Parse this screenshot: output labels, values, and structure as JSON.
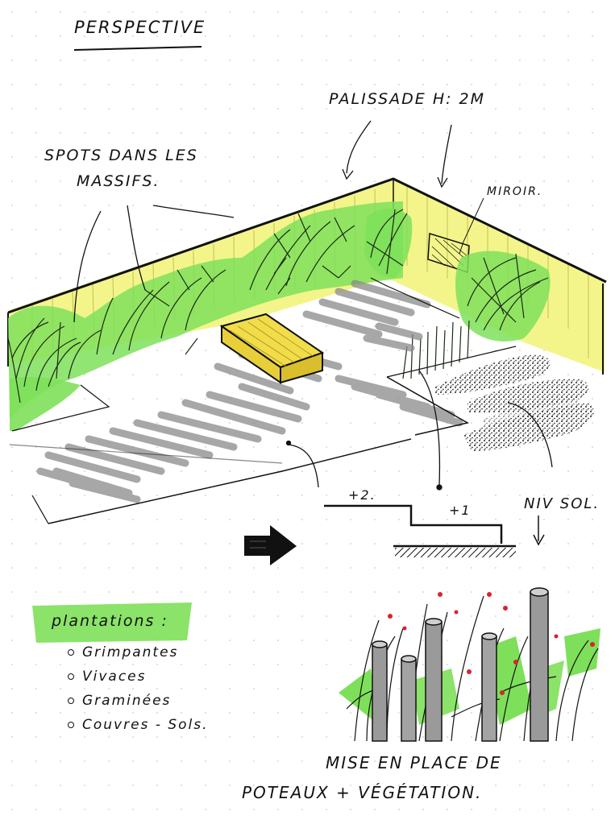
{
  "labels": {
    "title": "Perspective",
    "fence": "palissade H: 2m",
    "spots_line1": "Spots dans les",
    "spots_line2": "massifs.",
    "mirror": "miroir.",
    "level_plus2": "+2.",
    "level_plus1": "+1",
    "ground_level": "niv sol."
  },
  "plantations": {
    "title": "plantations :",
    "items": [
      "Grimpantes",
      "Vivaces",
      "Graminées",
      "Couvres - Sols."
    ]
  },
  "caption": {
    "line1": "Mise en place de",
    "line2": "poteaux + végétation."
  },
  "colors": {
    "fence_yellow": "#f3f58a",
    "plant_green": "#7ee05a",
    "deck_grey": "#8a8a8a",
    "bench_yellow": "#f1dc4a",
    "flower_red": "#d9232e",
    "post_grey": "#9a9a9a",
    "ink": "#111111",
    "paper_dots": "#c9c9c9"
  },
  "icons": [
    "arrow-right-icon",
    "down-arrow-icon"
  ]
}
